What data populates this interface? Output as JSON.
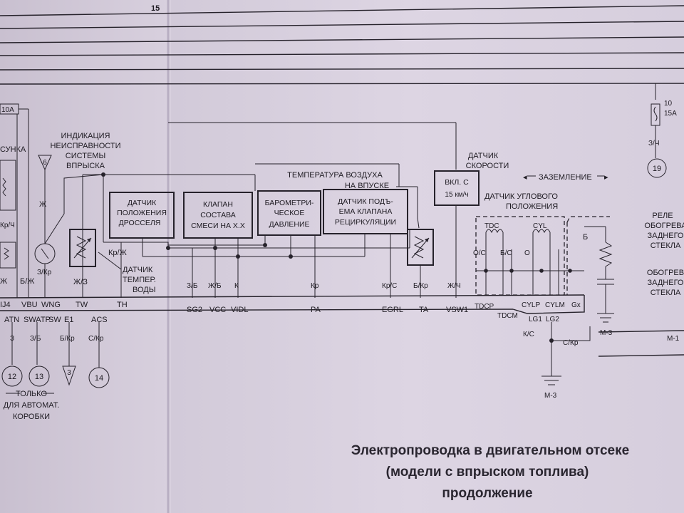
{
  "page_number": "15",
  "title_lines": [
    "Электропроводка в двигательном отсеке",
    "(модели с впрыском топлива)",
    "продолжение"
  ],
  "fuse": {
    "label_a": "10A",
    "number": "10",
    "rating": "15A"
  },
  "connector_numbers": [
    "6",
    "12",
    "13",
    "3",
    "14",
    "19"
  ],
  "notes": {
    "fault_indicator": [
      "ИНДИКАЦИЯ",
      "НЕИСПРАВНОСТИ",
      "СИСТЕМЫ",
      "ВПРЫСКА"
    ],
    "left_cut": "СУНКА",
    "coolant_temp": [
      "ДАТЧИК",
      "ТЕМПЕР.",
      "ВОДЫ"
    ],
    "only_auto": [
      "ТОЛЬКО",
      "ДЛЯ АВТОМАТ.",
      "КОРОБКИ"
    ],
    "air_temp": [
      "ТЕМПЕРАТУРА ВОЗДУХА",
      "НА ВПУСКЕ"
    ],
    "speed_sensor": [
      "ДАТЧИК",
      "СКОРОСТИ"
    ],
    "grounding": "ЗАЗЕМЛЕНИЕ",
    "angle_sensor": [
      "ДАТЧИК УГЛОВОГО",
      "ПОЛОЖЕНИЯ"
    ],
    "relay": [
      "РЕЛЕ",
      "ОБОГРЕВА",
      "ЗАДНЕГО",
      "СТЕКЛА"
    ],
    "heater": [
      "ОБОГРЕВ",
      "ЗАДНЕГО",
      "СТЕКЛА"
    ]
  },
  "boxes": {
    "throttle": [
      "ДАТЧИК",
      "ПОЛОЖЕНИЯ",
      "ДРОССЕЛЯ"
    ],
    "mix_valve": [
      "КЛАПАН",
      "СОСТАВА",
      "СМЕСИ НА Х.Х"
    ],
    "baro": [
      "БАРОМЕТРИ-",
      "ЧЕСКОЕ",
      "ДАВЛЕНИЕ"
    ],
    "egr": [
      "ДАТЧИК ПОДЪ-",
      "ЕМА КЛАПАНА",
      "РЕЦИРКУЛЯЦИИ"
    ],
    "speed": [
      "ВКЛ. С",
      "15 км/ч"
    ]
  },
  "sub_labels": {
    "tdc": "TDC",
    "cyl": "CYL",
    "b": "Б"
  },
  "wire_colors": {
    "kr_zh": "Кр/Ж",
    "zh": "Ж",
    "z_kr": "З/Кр",
    "kr_ch": "Кр/Ч",
    "zh_left": "Ж",
    "b_zh": "Б/Ж",
    "zh_z": "Ж/З",
    "z_b": "З/Б",
    "zh_b": "Ж/Б",
    "k": "К",
    "kr": "Кр",
    "kr_s": "Кр/С",
    "b_kr": "Б/Кр",
    "zh_ch": "Ж/Ч",
    "o_s": "О/С",
    "b_s": "Б/С",
    "o": "О",
    "z": "З",
    "z_b2": "З/Б",
    "b_kr2": "Б/Кр",
    "s_kr": "С/Кр",
    "k_s": "К/С",
    "s_kr2": "С/Кр",
    "z_ch": "З/Ч"
  },
  "pins_top": [
    "IJ4",
    "VBU",
    "WNG",
    "TW",
    "TH",
    "SG2",
    "VCC",
    "VIDL",
    "PA",
    "EGRL",
    "TA",
    "VSW1",
    "TDCP",
    "CYLP",
    "CYLM",
    "Gx"
  ],
  "pins_bottom": [
    "ATN",
    "SWATP",
    "SW",
    "E1",
    "ACS",
    "TDCM",
    "LG1",
    "LG2"
  ],
  "ground_labels": [
    "М-3",
    "М-3",
    "М-1"
  ]
}
